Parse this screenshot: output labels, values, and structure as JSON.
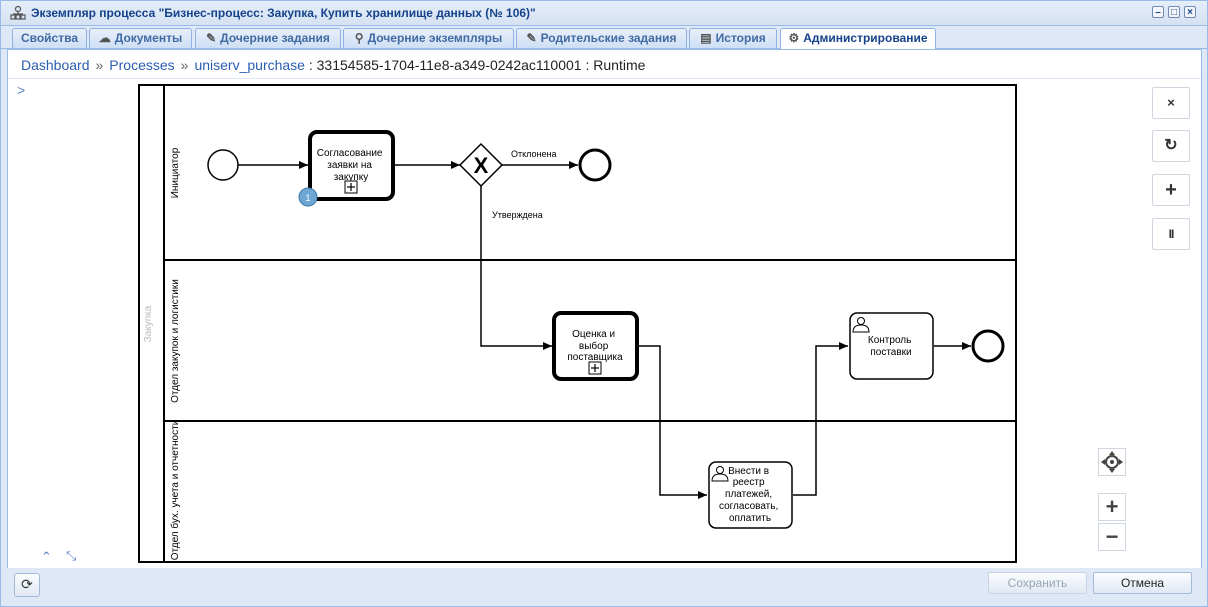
{
  "window": {
    "title": "Экземпляр процесса \"Бизнес-процесс: Закупка, Купить хранилище данных (№ 106)\"",
    "buttons": [
      "–",
      "□",
      "×"
    ]
  },
  "tabs": [
    {
      "label": "Свойства",
      "icon": ""
    },
    {
      "label": "Документы",
      "icon": "cloud-icon"
    },
    {
      "label": "Дочерние задания",
      "icon": "scroll-icon"
    },
    {
      "label": "Дочерние экземпляры",
      "icon": "hierarchy-icon"
    },
    {
      "label": "Родительские задания",
      "icon": "scroll-icon"
    },
    {
      "label": "История",
      "icon": "history-icon"
    },
    {
      "label": "Администрирование",
      "icon": "gears-icon",
      "active": true
    }
  ],
  "breadcrumb": {
    "dashboard": "Dashboard",
    "processes": "Processes",
    "definition": "uniserv_purchase",
    "instance": "33154585-1704-11e8-a349-0242ac110001",
    "mode": "Runtime",
    "sep": "»",
    "colon": ":"
  },
  "diagram": {
    "pool_label": "Закупка",
    "lanes": [
      "Инициатор",
      "Отдел закупок и логистики",
      "Отдел бух. учета и отчетности"
    ],
    "task1": [
      "Согласование",
      "заявки на",
      "закупку"
    ],
    "task1_badge": "1",
    "gateway_symbol": "X",
    "flow_rejected": "Отклонена",
    "flow_approved": "Утверждена",
    "task2": [
      "Оценка и",
      "выбор",
      "поставщика"
    ],
    "task3": [
      "Контроль",
      "поставки"
    ],
    "task4": [
      "Внести в",
      "реестр",
      "платежей,",
      "согласовать,",
      "оплатить"
    ]
  },
  "controls": {
    "close": "×",
    "reload": "↻",
    "add": "+",
    "pause": "II",
    "zoom_in": "+",
    "zoom_out": "−"
  },
  "footer": {
    "save": "Сохранить",
    "cancel": "Отмена",
    "refresh_icon": "refresh-icon"
  }
}
